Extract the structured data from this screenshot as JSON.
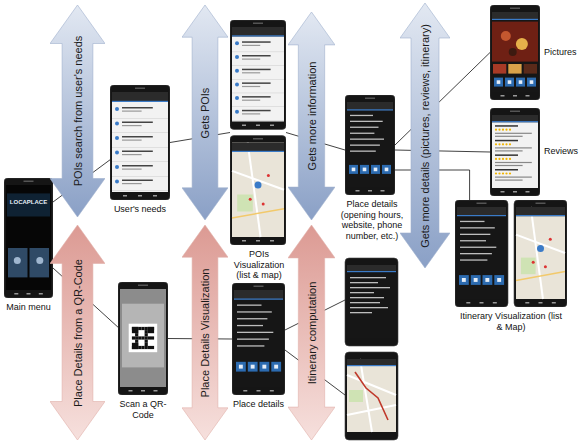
{
  "diagram": {
    "nodes": [
      {
        "text": [
          "LOCAPLACE",
          "Main menu"
        ]
      },
      {
        "text": [
          "POIs search from user's needs"
        ]
      },
      {
        "text": [
          "Place Details from a QR-Code"
        ]
      },
      {
        "text": [
          "User's needs"
        ]
      },
      {
        "text": [
          "Scan a QR-Code"
        ]
      },
      {
        "text": [
          "Gets POIs"
        ]
      },
      {
        "text": [
          "Place Details Visualization"
        ]
      },
      {
        "text": [
          "POIs Visualization (list & map)"
        ]
      },
      {
        "text": [
          "Place details"
        ]
      },
      {
        "text": [
          "Gets more information"
        ]
      },
      {
        "text": [
          "Itinerary computation"
        ]
      },
      {
        "text": [
          "Place details (opening hours, website, phone number, etc.)"
        ]
      },
      {
        "text": [
          "Gets more details (pictures, reviews, itinerary)"
        ]
      },
      {
        "text": [
          "Pictures"
        ]
      },
      {
        "text": [
          "Reviews"
        ]
      },
      {
        "text": [
          "Itinerary Visualization (list & Map)"
        ]
      }
    ],
    "edges": [
      {
        "from": 0,
        "to": 3,
        "arrow": "none"
      },
      {
        "from": 0,
        "to": 4,
        "arrow": "none"
      },
      {
        "from": 3,
        "to": 7,
        "arrow": "none"
      },
      {
        "from": 7,
        "to": 11,
        "arrow": "none"
      },
      {
        "from": 11,
        "to": 13,
        "arrow": "none"
      },
      {
        "from": 11,
        "to": 14,
        "arrow": "none"
      },
      {
        "from": 11,
        "to": 15,
        "arrow": "none"
      },
      {
        "from": 4,
        "to": 8,
        "arrow": "none"
      }
    ]
  }
}
